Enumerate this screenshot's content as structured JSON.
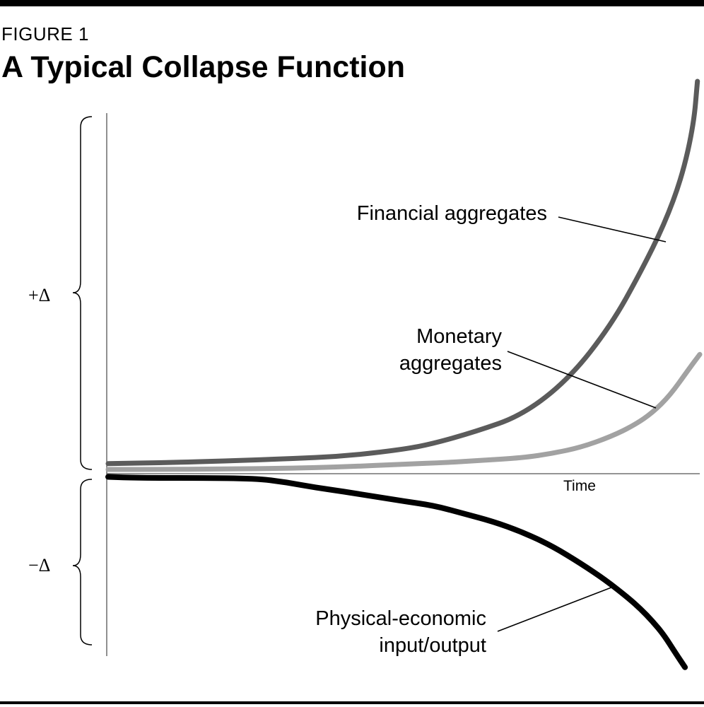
{
  "header": {
    "figure_number": "FIGURE 1",
    "title": "A Typical Collapse Function"
  },
  "colors": {
    "financial": "#5b5b5b",
    "monetary": "#a2a2a2",
    "physical": "#000000",
    "axis": "#555555"
  },
  "chart_data": {
    "type": "line",
    "title": "A Typical Collapse Function",
    "xlabel": "Time",
    "ylabel": "",
    "y_regions": [
      {
        "label": "+Δ",
        "sign": "positive"
      },
      {
        "label": "−Δ",
        "sign": "negative"
      }
    ],
    "grid": false,
    "xlim": [
      0,
      100
    ],
    "ylim": [
      -32,
      62
    ],
    "series": [
      {
        "name": "Financial aggregates",
        "label_lines": [
          "Financial aggregates"
        ],
        "color_key": "financial",
        "stroke": 7,
        "x": [
          0,
          10,
          20,
          30,
          40,
          50,
          55,
          62,
          70,
          78,
          85,
          90,
          94,
          97,
          99,
          99.6
        ],
        "y": [
          1.9,
          2.1,
          2.4,
          2.8,
          3.3,
          4.6,
          5.7,
          7.9,
          11.0,
          18.0,
          28.0,
          38.0,
          47.0,
          56.0,
          66.0,
          74.0
        ]
      },
      {
        "name": "Monetary aggregates",
        "label_lines": [
          "Monetary",
          "aggregates"
        ],
        "color_key": "monetary",
        "stroke": 7,
        "x": [
          0,
          10,
          20,
          30,
          40,
          50,
          57,
          63,
          70,
          75,
          80,
          85,
          89,
          92,
          95,
          98,
          100
        ],
        "y": [
          0.8,
          0.8,
          0.9,
          1.0,
          1.3,
          1.8,
          2.1,
          2.5,
          3.0,
          3.8,
          5.0,
          7.0,
          9.2,
          11.5,
          14.8,
          19.5,
          22.5
        ]
      },
      {
        "name": "Physical-economic input/output",
        "label_lines": [
          "Physical-economic",
          "input/output"
        ],
        "color_key": "physical",
        "stroke": 8,
        "x": [
          0,
          5,
          15,
          25,
          30,
          35,
          40,
          45,
          50,
          55,
          60,
          65,
          70,
          75,
          80,
          84,
          88,
          90,
          92,
          94,
          96,
          97.5
        ],
        "y": [
          -0.6,
          -0.8,
          -0.8,
          -0.9,
          -1.6,
          -2.6,
          -3.4,
          -4.3,
          -5.2,
          -6.0,
          -7.5,
          -9.0,
          -11.0,
          -13.6,
          -17.0,
          -20.0,
          -23.5,
          -25.5,
          -27.8,
          -30.5,
          -34.0,
          -36.5
        ]
      }
    ]
  }
}
